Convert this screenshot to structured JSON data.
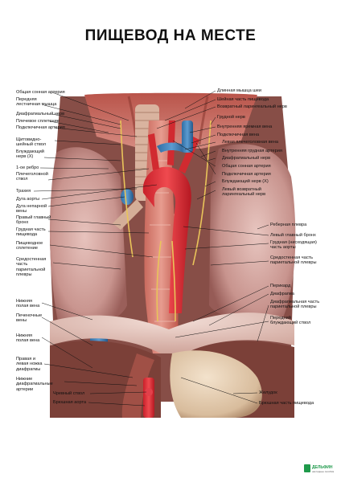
{
  "title": "ПИЩЕВОД НА МЕСТЕ",
  "left_labels": [
    "Общая сонная артерия",
    "Передняя лестничная мышца",
    "Диафрагмальный нерв",
    "Плечевое сплетение",
    "Подключичная артерия",
    "Щитовидно-шейный ствол",
    "Блуждающий нерв (X)",
    "1-ое ребро",
    "Плечеголовной ствол",
    "Трахея",
    "Дуга аорты",
    "Дуга непарной вены",
    "Правый главный бронх",
    "Грудная часть пищевода",
    "Пищеводное сплетение",
    "Средостенная часть париетальной плевры",
    "Нижняя полая вена",
    "Печеночные вены",
    "Нижняя полая вена",
    "Правая и левая ножка диафрагмы",
    "Нижние диафрагмальные артерии",
    "Чревный ствол",
    "Брюшная аорта"
  ],
  "right_labels": [
    "Длинная мышца шеи",
    "Шейная часть пищевода",
    "Возвратный ларингеальный нерв",
    "Грудной нерв",
    "Внутренняя яремная вена",
    "Подключичная вена",
    "Левая плечеголовная вена",
    "Внутренняя грудная артерия",
    "Диафрагмальный нерв",
    "Общая сонная артерия",
    "Подключичная артерия",
    "Блуждающий нерв (X)",
    "Левый возвратный ларингеальный нерв",
    "Реберная плевра",
    "Левый главный бронх",
    "Грудная (нисходящая) часть аорты",
    "Средостенная часть париетальной плевры",
    "Перикард",
    "Диафрагма",
    "Диафрагмальная часть париетальной плевры",
    "Передний блуждающий ствол",
    "Желудок",
    "Брюшная часть пищевода"
  ],
  "logo": {
    "name": "ДЕЛЬФИН",
    "tagline": "наглядные пособия"
  }
}
